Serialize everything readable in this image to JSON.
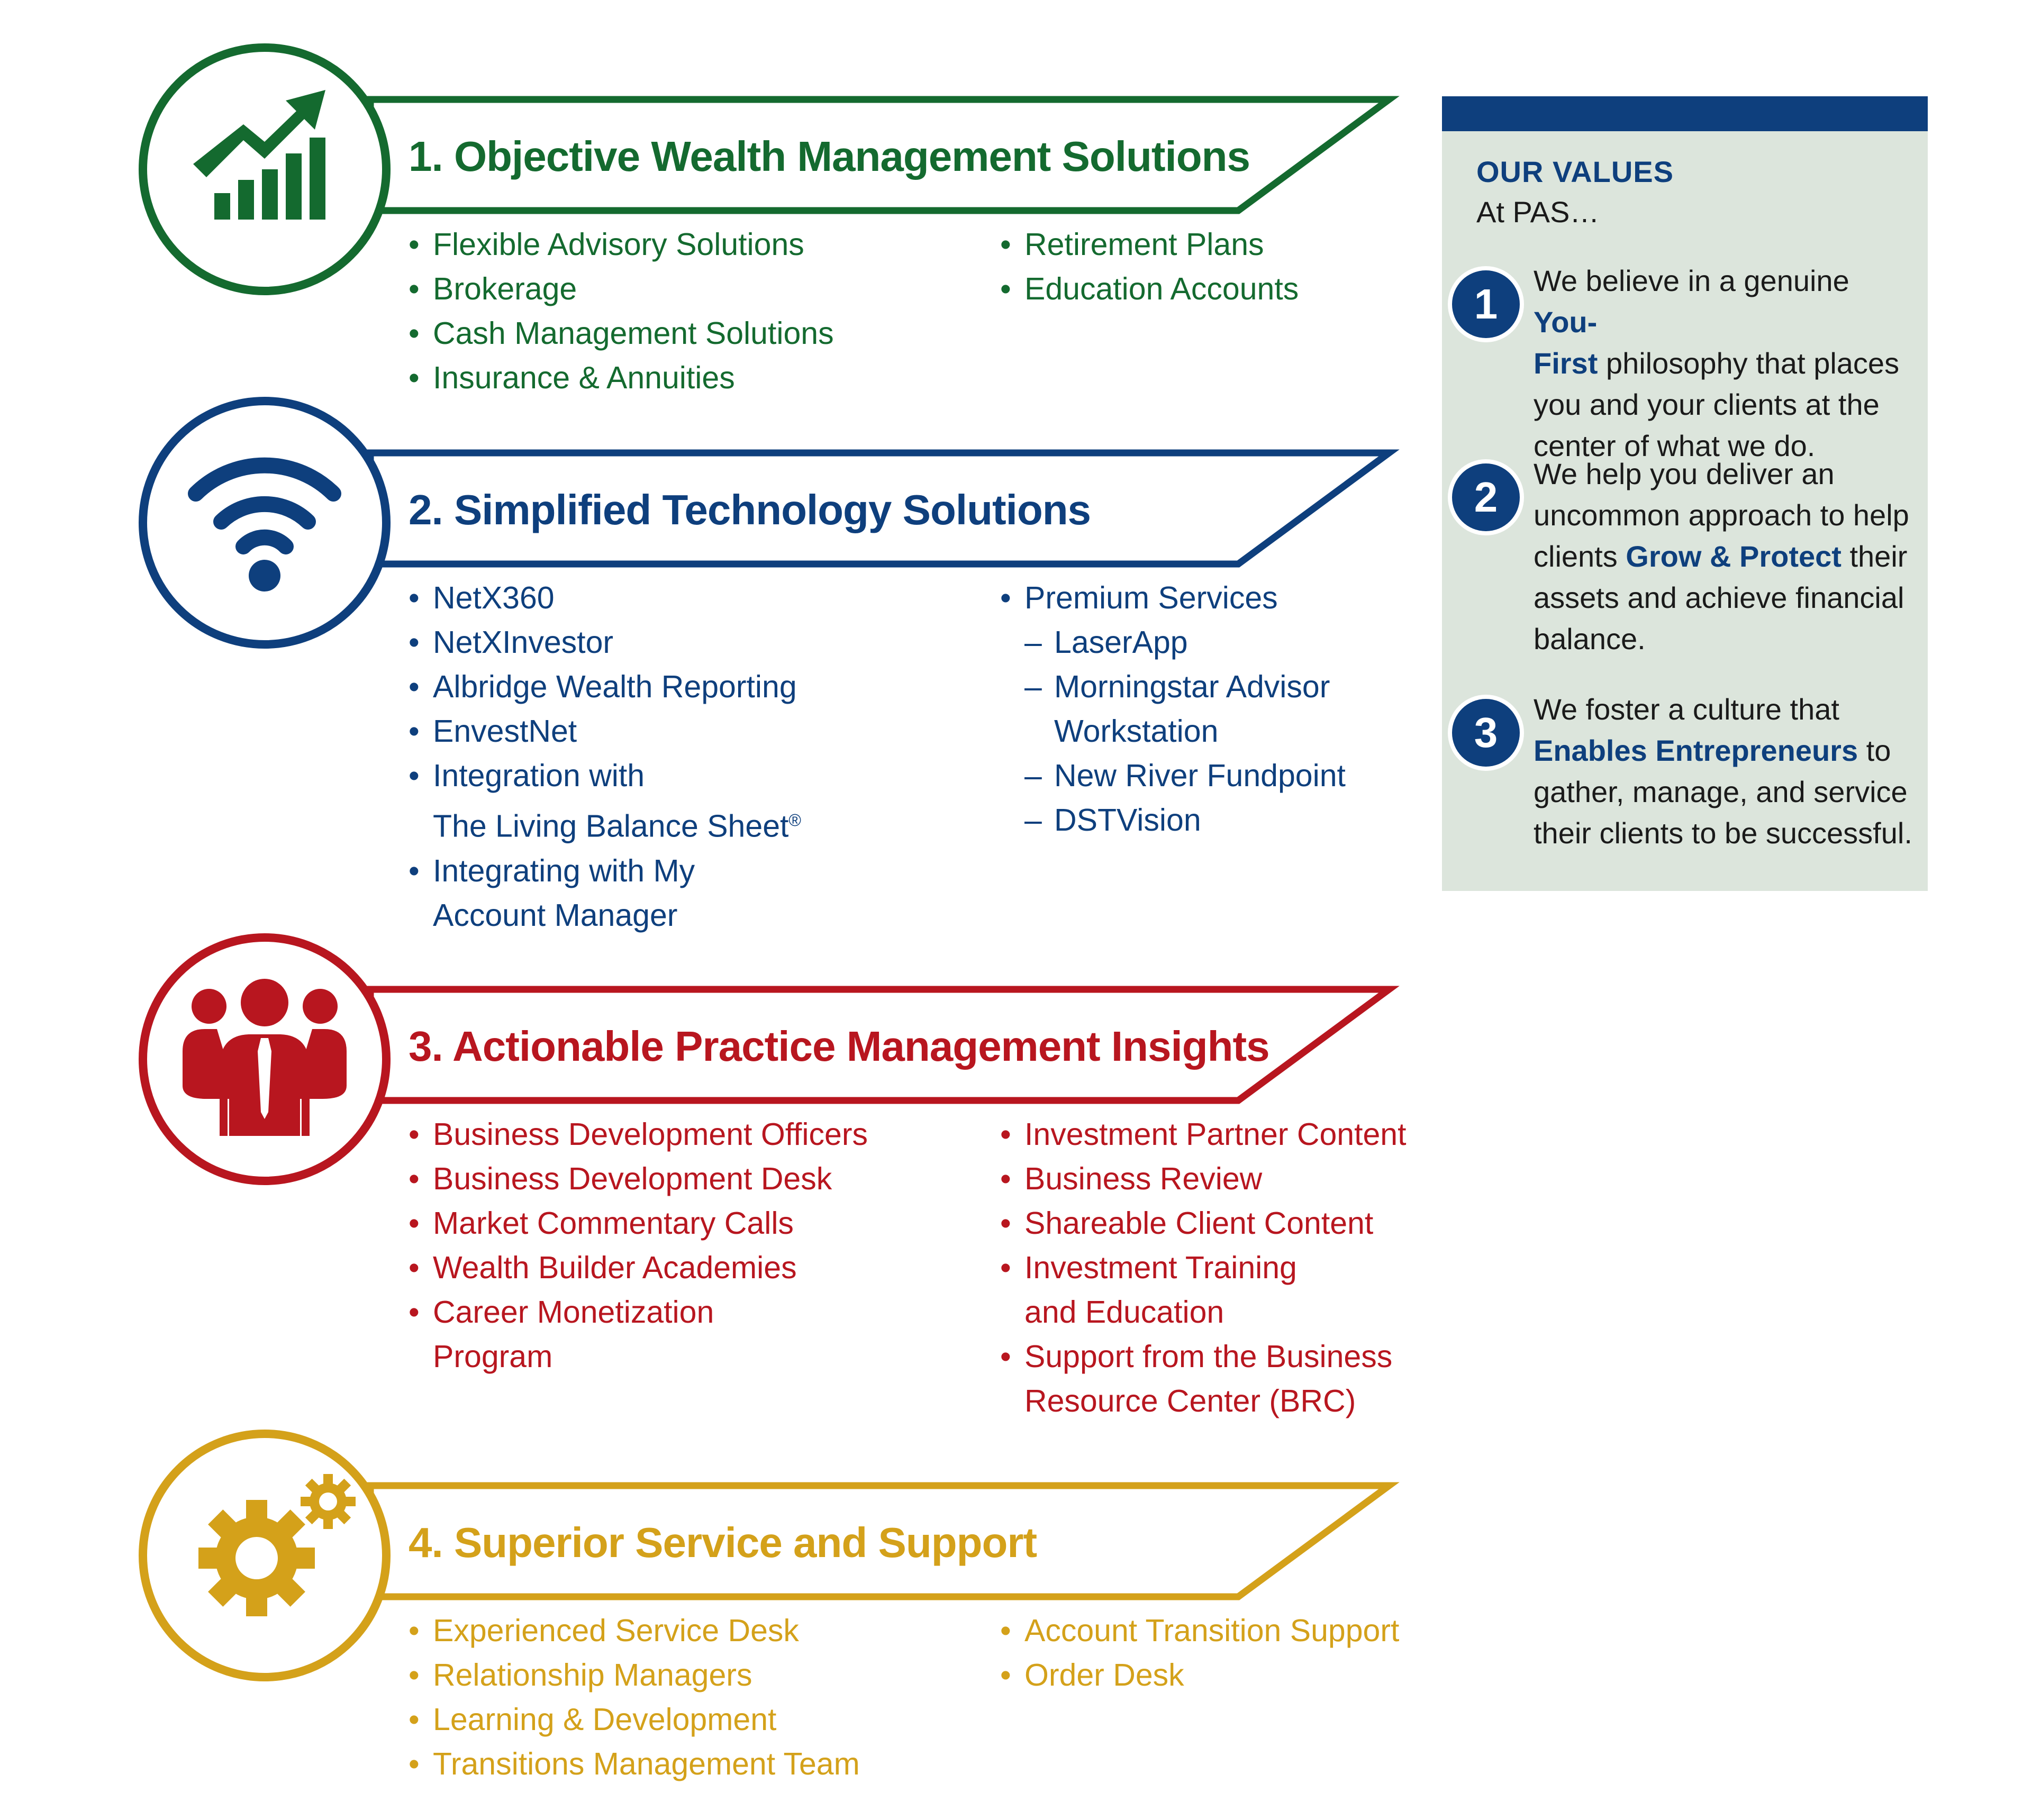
{
  "sections": [
    {
      "title": "1. Objective Wealth Management Solutions",
      "icon": "growth-chart-icon",
      "color": "#146a2f",
      "col1": [
        "Flexible Advisory Solutions",
        "Brokerage",
        "Cash Management Solutions",
        "Insurance & Annuities"
      ],
      "col2": [
        "Retirement Plans",
        "Education Accounts"
      ]
    },
    {
      "title": "2. Simplified Technology Solutions",
      "icon": "wifi-icon",
      "color": "#0e3f7d",
      "col1": [
        "NetX360",
        "NetXInvestor",
        "Albridge Wealth Reporting",
        "EnvestNet",
        "Integration with",
        "The Living Balance Sheet",
        "Integrating with My",
        "Account Manager"
      ],
      "registered_mark": "®",
      "col2_heading": "Premium Services",
      "col2_sub": [
        "LaserApp",
        "Morningstar Advisor",
        "Workstation",
        "New River Fundpoint",
        "DSTVision"
      ],
      "dash": "–"
    },
    {
      "title": "3. Actionable Practice Management Insights",
      "icon": "team-people-icon",
      "color": "#b8161f",
      "col1": [
        "Business Development Officers",
        "Business Development Desk",
        "Market Commentary Calls",
        "Wealth Builder Academies",
        "Career Monetization",
        "Program"
      ],
      "col2": [
        "Investment Partner Content",
        "Business Review",
        "Shareable Client Content",
        "Investment Training",
        "and Education",
        "Support from the Business",
        "Resource Center (BRC)"
      ]
    },
    {
      "title": "4. Superior Service and Support",
      "icon": "gears-icon",
      "color": "#d4a11a",
      "col1": [
        "Experienced Service Desk",
        "Relationship Managers",
        "Learning & Development",
        "Transitions Management Team"
      ],
      "col2": [
        "Account Transition Support",
        "Order Desk"
      ]
    }
  ],
  "values": {
    "heading": "OUR VALUES",
    "subheading": "At PAS…",
    "items": [
      {
        "number": "1",
        "lines": [
          "We believe in a genuine ",
          "You-",
          "First",
          " philosophy that places",
          "you and your clients at the",
          "center of what we do."
        ]
      },
      {
        "number": "2",
        "lines": [
          "We help you deliver an",
          "uncommon approach to help",
          "clients ",
          "Grow & Protect",
          " their",
          "assets and achieve financial",
          "balance."
        ]
      },
      {
        "number": "3",
        "lines": [
          "We foster a culture that",
          "Enables Entrepreneurs",
          " to",
          "gather, manage, and service",
          "their clients to be successful."
        ]
      }
    ],
    "panel_color": "#dce5dc",
    "accent": "#0e3f7d"
  }
}
